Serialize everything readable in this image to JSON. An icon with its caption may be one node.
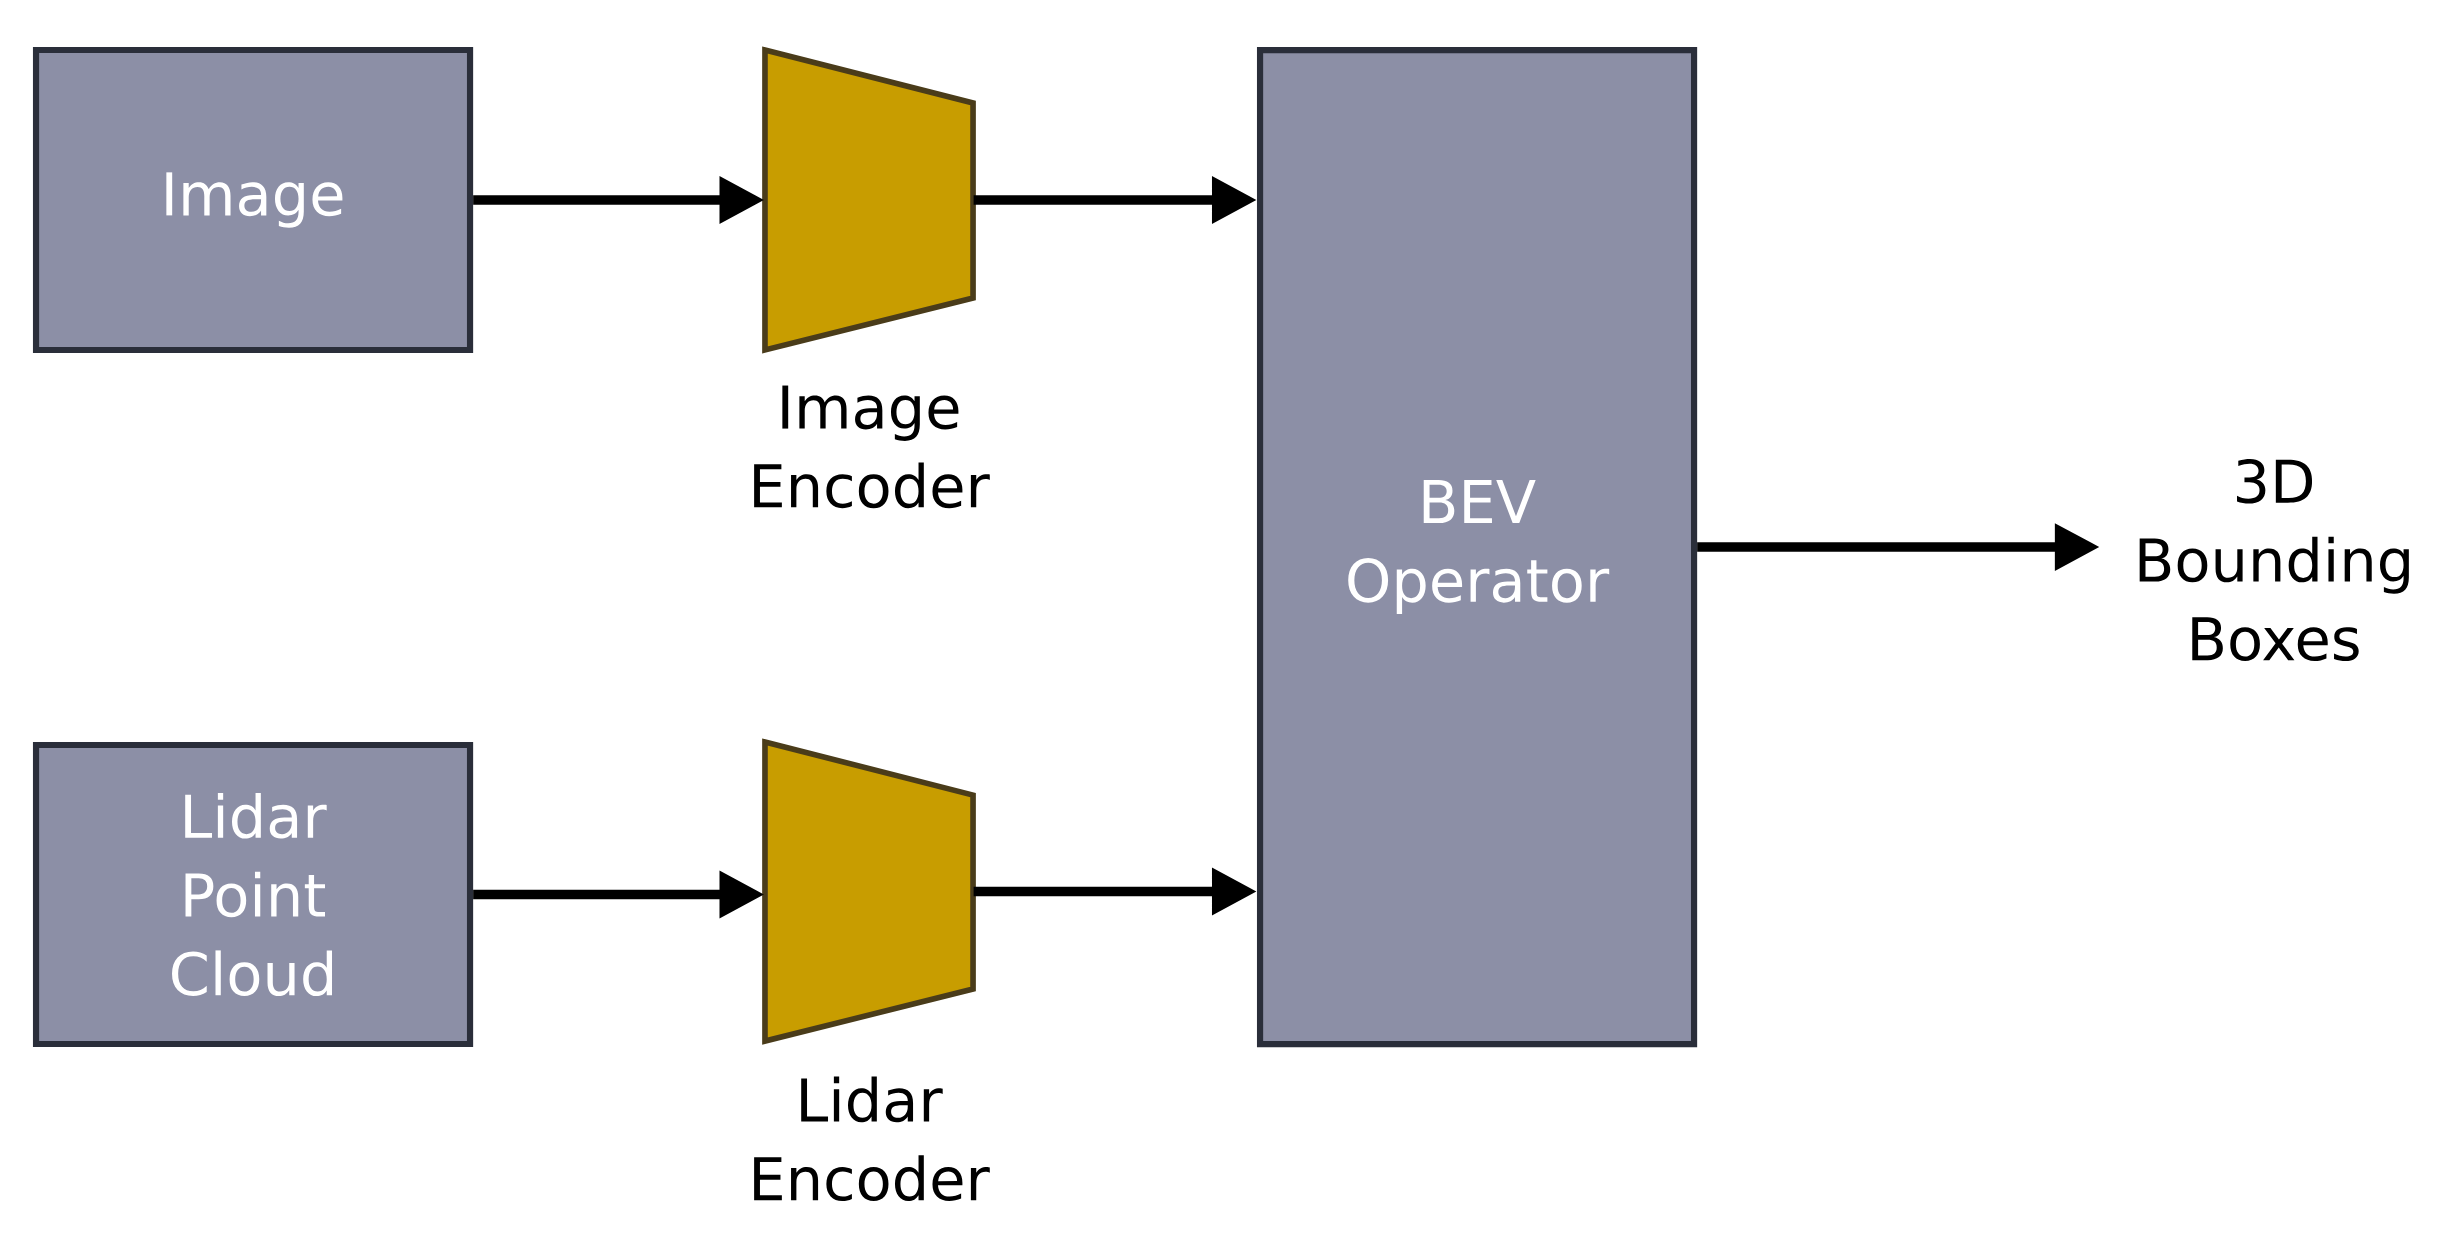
{
  "diagram": {
    "nodes": [
      {
        "text": [
          "Image"
        ]
      },
      {
        "text": [
          "Image Encoder"
        ]
      },
      {
        "text": [
          "Lidar Point Cloud"
        ]
      },
      {
        "text": [
          "Lidar Encoder"
        ]
      },
      {
        "text": [
          "BEV Operator"
        ]
      },
      {
        "text": [
          "3D Bounding Boxes"
        ]
      }
    ],
    "edges": [
      {
        "from": 0,
        "to": 1,
        "arrow": "to"
      },
      {
        "from": 2,
        "to": 3,
        "arrow": "to"
      },
      {
        "from": 1,
        "to": 4,
        "arrow": "to"
      },
      {
        "from": 3,
        "to": 4,
        "arrow": "to"
      },
      {
        "from": 4,
        "to": 5,
        "arrow": "to"
      }
    ]
  }
}
